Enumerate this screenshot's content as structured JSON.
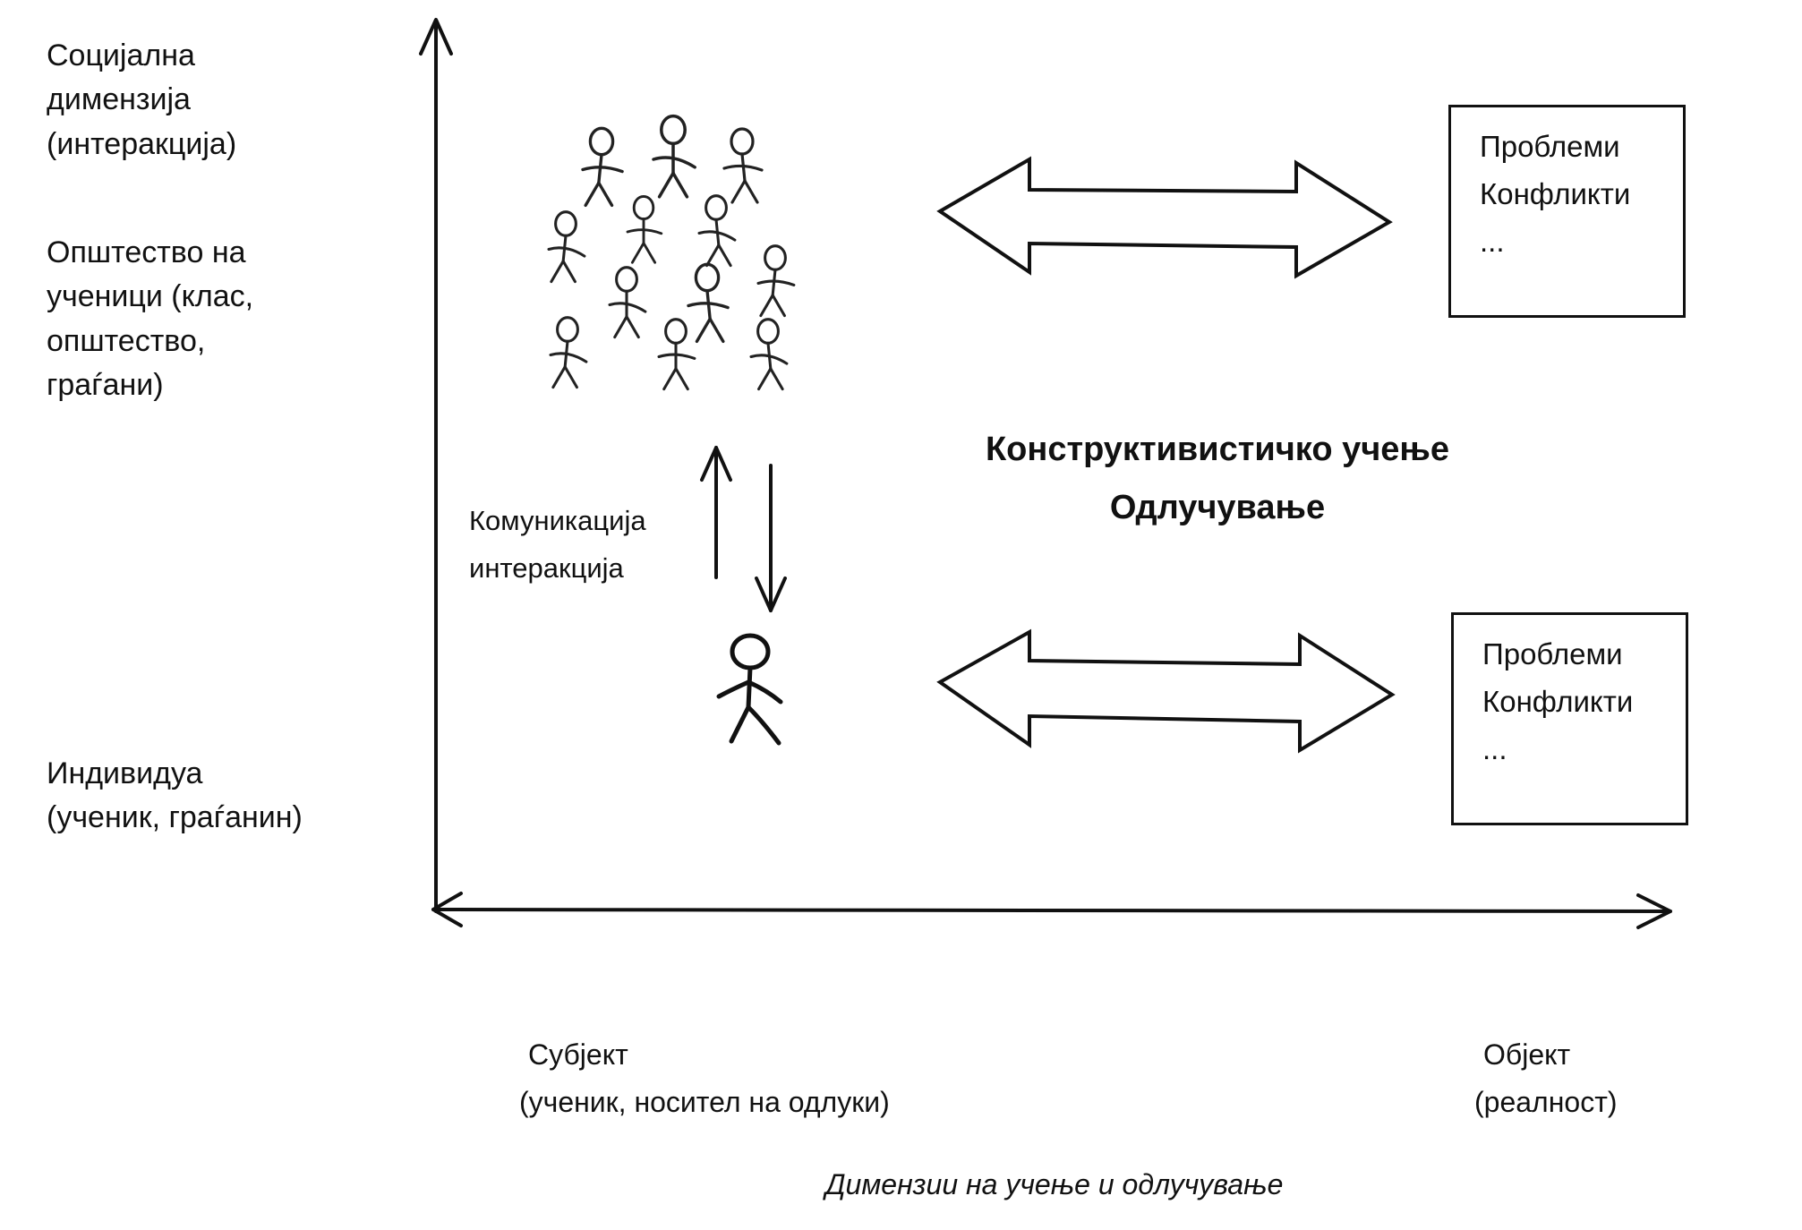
{
  "y_axis": {
    "top_label": [
      "Социјална",
      "димензија",
      "(интеракција)"
    ],
    "mid_label": [
      "Општество на",
      "ученици (клас,",
      "општество,",
      "граѓани)"
    ],
    "bottom_label": [
      "Индивидуа",
      "(ученик, граѓанин)"
    ]
  },
  "boxes": [
    {
      "lines": [
        "Проблеми",
        "Конфликти",
        "..."
      ]
    },
    {
      "lines": [
        "Проблеми",
        "Конфликти",
        "..."
      ]
    }
  ],
  "center": {
    "line1": "Конструктивистичко учење",
    "line2": "Одлучување"
  },
  "communication": {
    "line1": "Комуникација",
    "line2": "интеракција"
  },
  "x_axis": {
    "left_label": [
      "Субјект",
      "(ученик, носител на одлуки)"
    ],
    "right_label": [
      "Објект",
      "(реалност)"
    ]
  },
  "caption": "Димензии на учење и одлучување",
  "icons": [
    "group-of-stick-figures-icon",
    "stick-figure-icon",
    "double-headed-arrow-icon"
  ]
}
